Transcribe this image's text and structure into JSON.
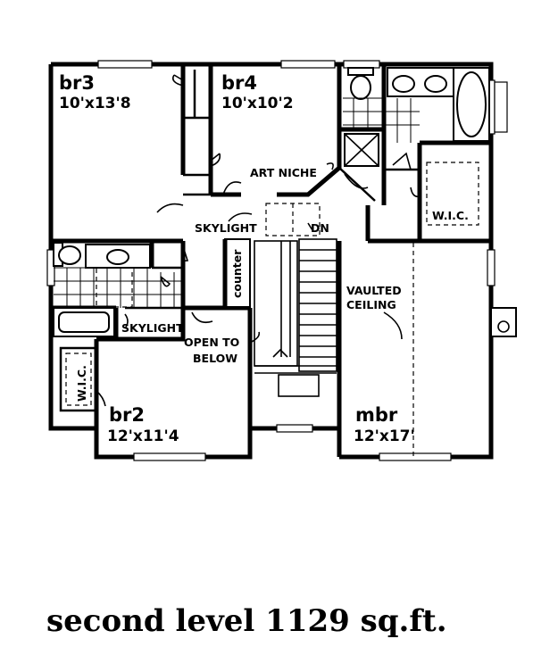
{
  "rooms": {
    "br3": {
      "name": "br3",
      "dims": "10'x13'8"
    },
    "br4": {
      "name": "br4",
      "dims": "10'x10'2"
    },
    "br2": {
      "name": "br2",
      "dims": "12'x11'4"
    },
    "mbr": {
      "name": "mbr",
      "dims": "12'x17'"
    }
  },
  "labels": {
    "art_niche": "ART NICHE",
    "skylight_hall": "SKYLIGHT",
    "dn": "DN",
    "counter": "counter",
    "skylight_bath": "SKYLIGHT",
    "open_to": "OPEN TO",
    "below": "BELOW",
    "vaulted": "VAULTED",
    "ceiling": "CEILING",
    "wic_master": "W.I.C.",
    "wic_br2": "W.I.C."
  },
  "caption": "second level 1129 sq.ft."
}
